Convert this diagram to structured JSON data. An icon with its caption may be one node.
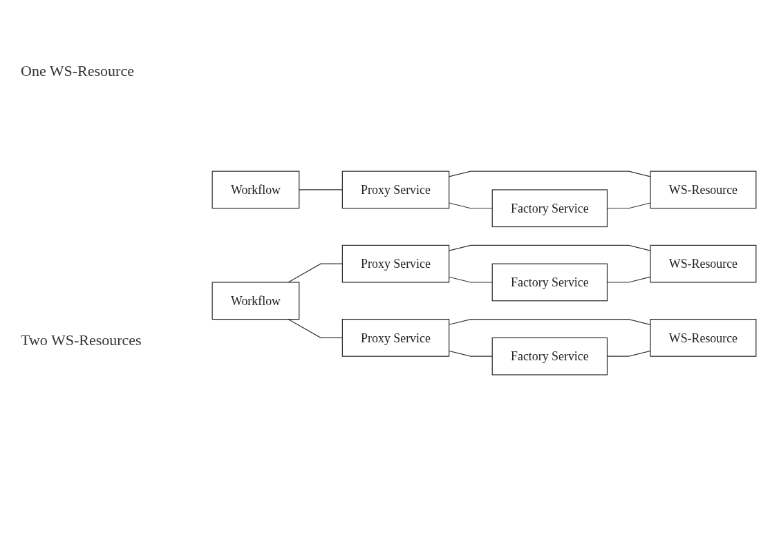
{
  "diagram": {
    "nodes": [
      {
        "text": [
          "Workflow"
        ]
      },
      {
        "text": [
          "Proxy Service"
        ]
      },
      {
        "text": [
          "Factory Service"
        ]
      },
      {
        "text": [
          "WS-Resource"
        ]
      },
      {
        "text": [
          "Workflow"
        ]
      },
      {
        "text": [
          "Proxy Service"
        ]
      },
      {
        "text": [
          "Factory Service"
        ]
      },
      {
        "text": [
          "WS-Resource"
        ]
      },
      {
        "text": [
          "Proxy Service"
        ]
      },
      {
        "text": [
          "Factory Service"
        ]
      },
      {
        "text": [
          "WS-Resource"
        ]
      }
    ],
    "edges": [
      {
        "from": 0,
        "to": 1,
        "arrow": "none"
      },
      {
        "from": 1,
        "to": 2,
        "arrow": "none"
      },
      {
        "from": 1,
        "to": 3,
        "arrow": "none"
      },
      {
        "from": 2,
        "to": 3,
        "arrow": "none"
      },
      {
        "from": 4,
        "to": 5,
        "arrow": "none"
      },
      {
        "from": 5,
        "to": 6,
        "arrow": "none"
      },
      {
        "from": 5,
        "to": 7,
        "arrow": "none"
      },
      {
        "from": 6,
        "to": 7,
        "arrow": "none"
      },
      {
        "from": 4,
        "to": 8,
        "arrow": "none"
      },
      {
        "from": 8,
        "to": 9,
        "arrow": "none"
      },
      {
        "from": 8,
        "to": 10,
        "arrow": "none"
      },
      {
        "from": 9,
        "to": 10,
        "arrow": "none"
      }
    ],
    "labels": [
      "One WS-Resource",
      "Two WS-Resources"
    ]
  }
}
